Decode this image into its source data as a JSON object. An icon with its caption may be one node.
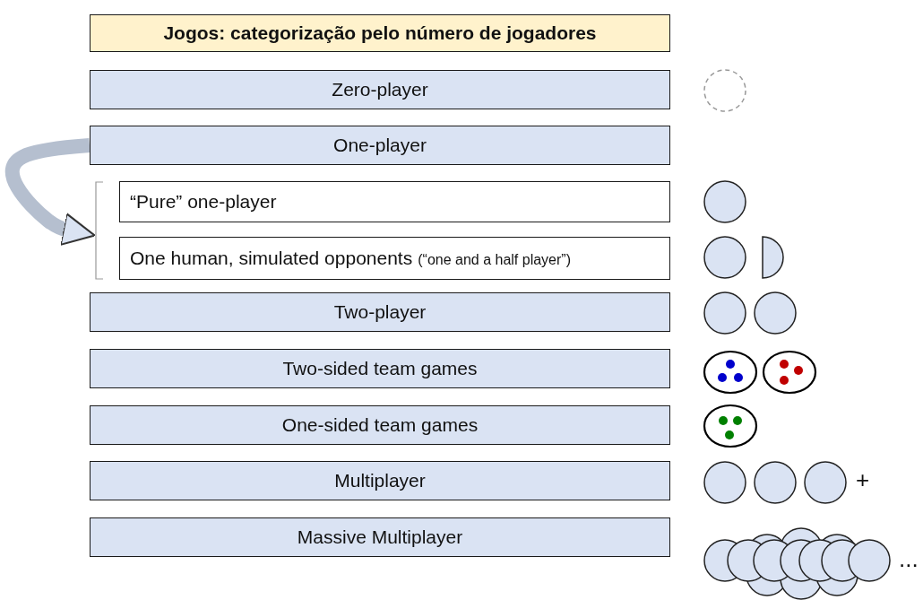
{
  "diagram": {
    "nodes": [
      {
        "text": [
          "Jogos: categorização pelo número de jogadores"
        ]
      },
      {
        "text": [
          "Zero-player"
        ]
      },
      {
        "text": [
          "One-player"
        ]
      },
      {
        "text": [],
        "shape": "bracket"
      },
      {
        "text": [
          "“Pure” one-player"
        ],
        "in": 3
      },
      {
        "text": [
          "One human, simulated opponents",
          "(“one and a half player”)"
        ],
        "in": 3
      },
      {
        "text": [
          "Two-player"
        ]
      },
      {
        "text": [
          "Two-sided team games"
        ]
      },
      {
        "text": [
          "One-sided team games"
        ]
      },
      {
        "text": [
          "Multiplayer"
        ]
      },
      {
        "text": [
          "Massive Multiplayer"
        ]
      }
    ],
    "edges": [
      {
        "from": 2,
        "to": 3,
        "arrow": "to"
      }
    ],
    "labels": [
      "+",
      "..."
    ]
  }
}
